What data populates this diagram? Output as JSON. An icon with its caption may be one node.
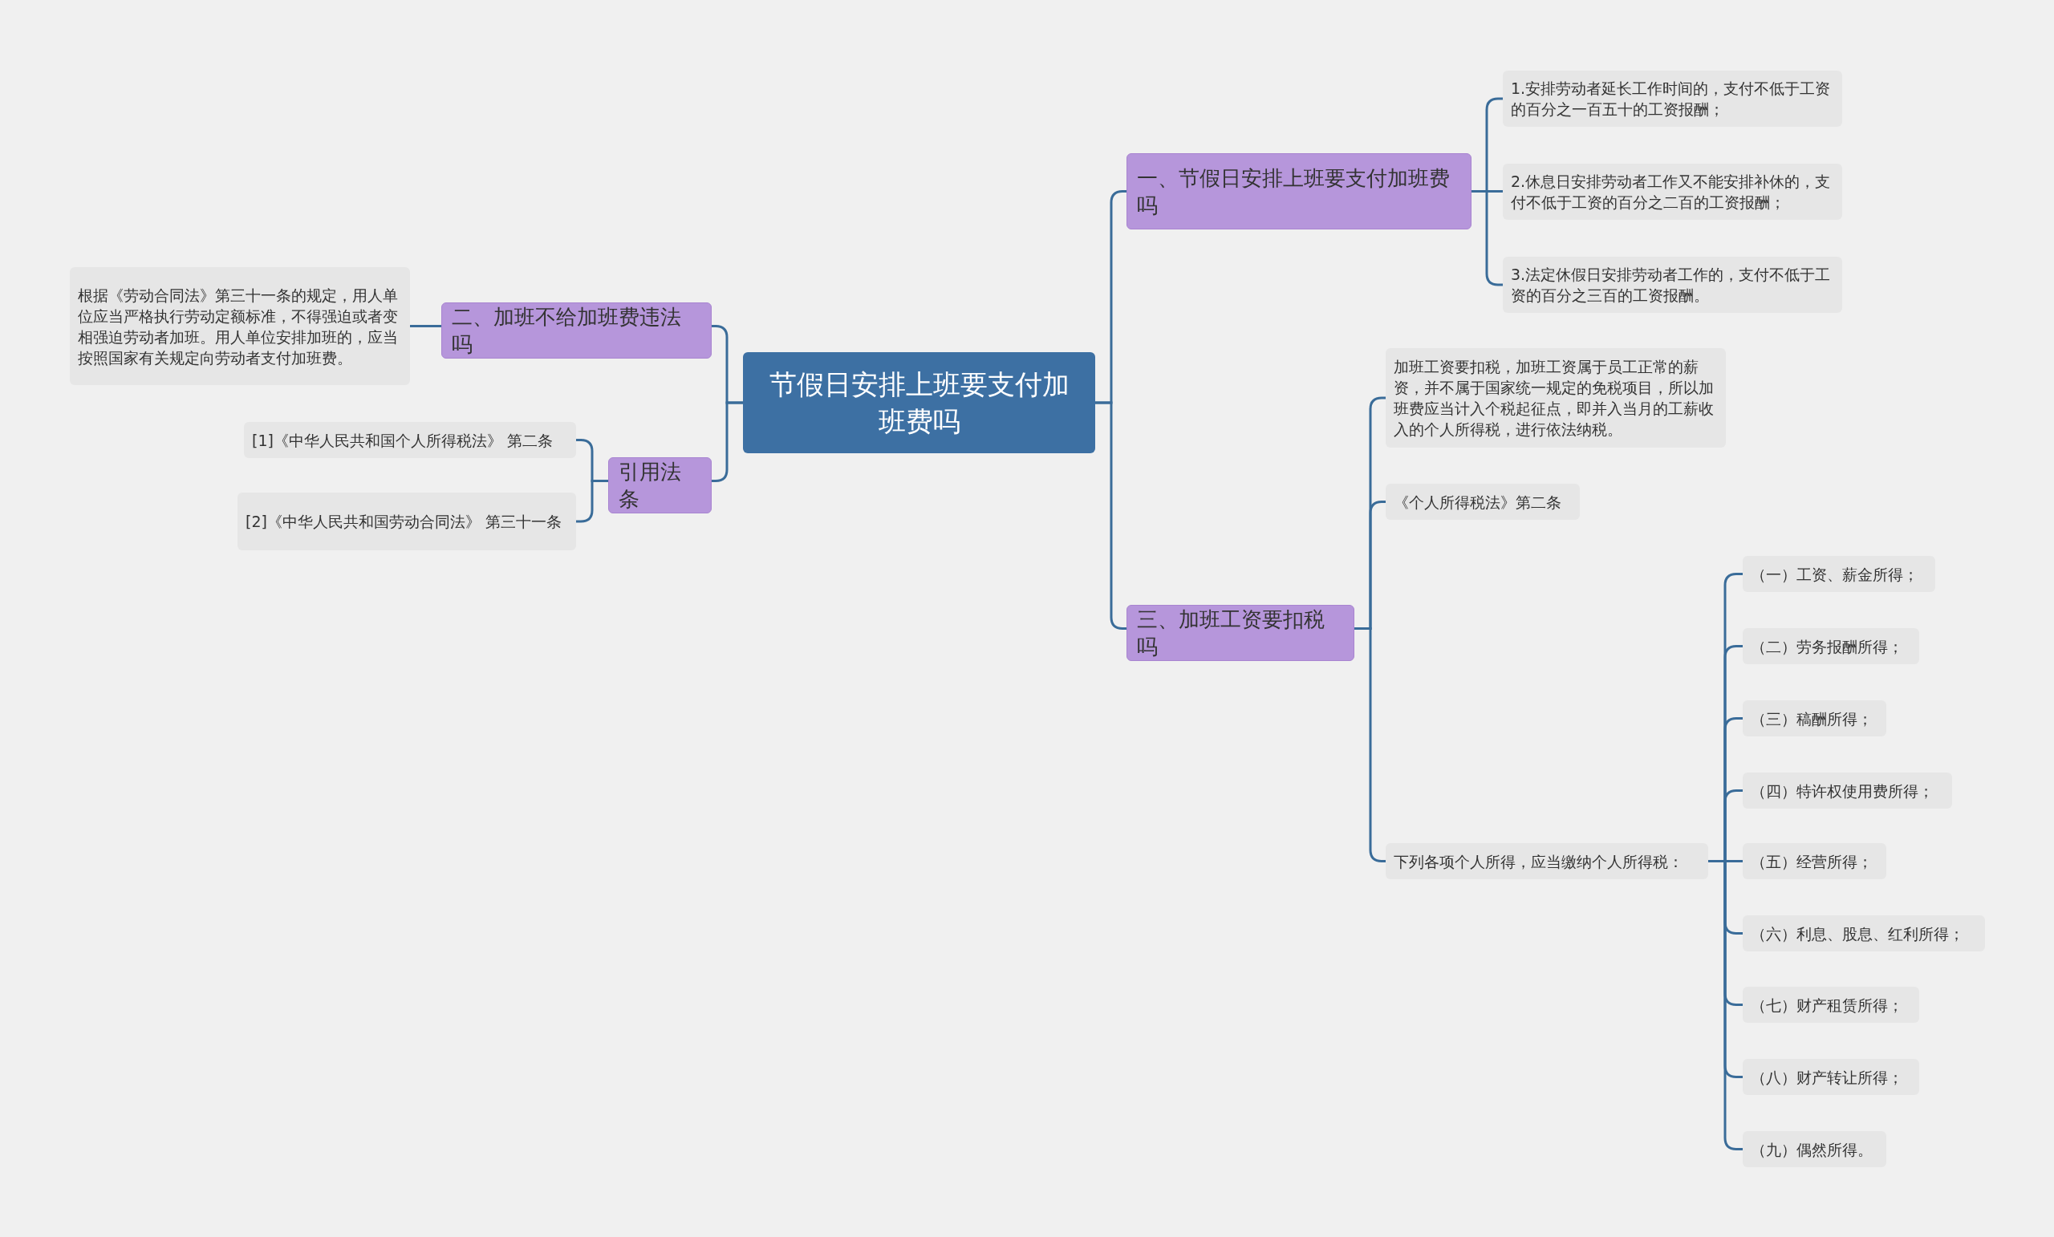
{
  "diagram": {
    "nodes": [
      {
        "text": [
          "节假日安排上班要支付加班费吗"
        ]
      },
      {
        "text": [
          "一、节假日安排上班要支付加班费吗"
        ]
      },
      {
        "text": [
          "1.安排劳动者延长工作时间的，支付不低于工资的百分之一百五十的工资报酬；"
        ]
      },
      {
        "text": [
          "2.休息日安排劳动者工作又不能安排补休的，支付不低于工资的百分之二百的工资报酬；"
        ]
      },
      {
        "text": [
          "3.法定休假日安排劳动者工作的，支付不低于工资的百分之三百的工资报酬。"
        ]
      },
      {
        "text": [
          "二、加班不给加班费违法吗"
        ]
      },
      {
        "text": [
          "根据《劳动合同法》第三十一条的规定，用人单位应当严格执行劳动定额标准，不得强迫或者变相强迫劳动者加班。用人单位安排加班的，应当按照国家有关规定向劳动者支付加班费。"
        ]
      },
      {
        "text": [
          "引用法条"
        ]
      },
      {
        "text": [
          "[1]《中华人民共和国个人所得税法》 第二条"
        ]
      },
      {
        "text": [
          "[2]《中华人民共和国劳动合同法》 第三十一条"
        ]
      },
      {
        "text": [
          "三、加班工资要扣税吗"
        ]
      },
      {
        "text": [
          "加班工资要扣税，加班工资属于员工正常的薪资，并不属于国家统一规定的免税项目，所以加班费应当计入个税起征点，即并入当月的工薪收入的个人所得税，进行依法纳税。"
        ]
      },
      {
        "text": [
          "《个人所得税法》第二条"
        ]
      },
      {
        "text": [
          "下列各项个人所得，应当缴纳个人所得税："
        ]
      },
      {
        "text": [
          "（一）工资、薪金所得；"
        ]
      },
      {
        "text": [
          "（二）劳务报酬所得；"
        ]
      },
      {
        "text": [
          "（三）稿酬所得；"
        ]
      },
      {
        "text": [
          "（四）特许权使用费所得；"
        ]
      },
      {
        "text": [
          "（五）经营所得；"
        ]
      },
      {
        "text": [
          "（六）利息、股息、红利所得；"
        ]
      },
      {
        "text": [
          "（七）财产租赁所得；"
        ]
      },
      {
        "text": [
          "（八）财产转让所得；"
        ]
      },
      {
        "text": [
          "（九）偶然所得。"
        ]
      }
    ],
    "edges": [
      {
        "from": 0,
        "to": 1,
        "arrow": "none"
      },
      {
        "from": 1,
        "to": 2,
        "arrow": "none"
      },
      {
        "from": 1,
        "to": 3,
        "arrow": "none"
      },
      {
        "from": 1,
        "to": 4,
        "arrow": "none"
      },
      {
        "from": 0,
        "to": 5,
        "arrow": "none"
      },
      {
        "from": 5,
        "to": 6,
        "arrow": "none"
      },
      {
        "from": 0,
        "to": 7,
        "arrow": "none"
      },
      {
        "from": 7,
        "to": 8,
        "arrow": "none"
      },
      {
        "from": 7,
        "to": 9,
        "arrow": "none"
      },
      {
        "from": 0,
        "to": 10,
        "arrow": "none"
      },
      {
        "from": 10,
        "to": 11,
        "arrow": "none"
      },
      {
        "from": 10,
        "to": 12,
        "arrow": "none"
      },
      {
        "from": 10,
        "to": 13,
        "arrow": "none"
      },
      {
        "from": 13,
        "to": 14,
        "arrow": "none"
      },
      {
        "from": 13,
        "to": 15,
        "arrow": "none"
      },
      {
        "from": 13,
        "to": 16,
        "arrow": "none"
      },
      {
        "from": 13,
        "to": 17,
        "arrow": "none"
      },
      {
        "from": 13,
        "to": 18,
        "arrow": "none"
      },
      {
        "from": 13,
        "to": 19,
        "arrow": "none"
      },
      {
        "from": 13,
        "to": 20,
        "arrow": "none"
      },
      {
        "from": 13,
        "to": 21,
        "arrow": "none"
      },
      {
        "from": 13,
        "to": 22,
        "arrow": "none"
      }
    ]
  }
}
